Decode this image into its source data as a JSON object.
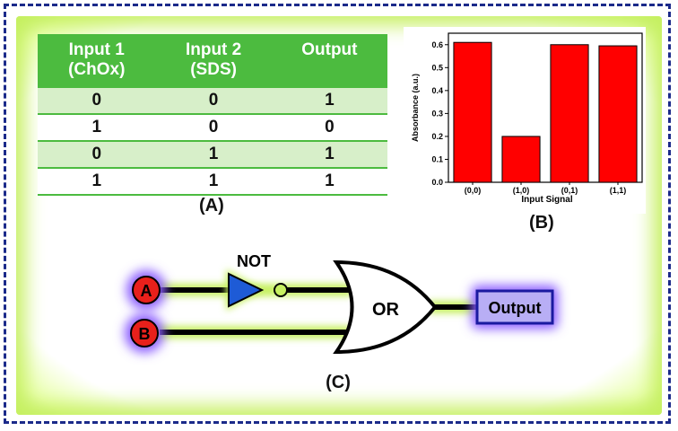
{
  "truth_table": {
    "headers": [
      {
        "line1": "Input 1",
        "line2": "(ChOx)"
      },
      {
        "line1": "Input 2",
        "line2": "(SDS)"
      },
      {
        "line1": "Output",
        "line2": ""
      }
    ],
    "rows": [
      [
        "0",
        "0",
        "1"
      ],
      [
        "1",
        "0",
        "0"
      ],
      [
        "0",
        "1",
        "1"
      ],
      [
        "1",
        "1",
        "1"
      ]
    ]
  },
  "labels": {
    "a": "(A)",
    "b": "(B)",
    "c": "(C)"
  },
  "chart_data": {
    "type": "bar",
    "categories": [
      "(0,0)",
      "(1,0)",
      "(0,1)",
      "(1,1)"
    ],
    "values": [
      0.61,
      0.2,
      0.6,
      0.595
    ],
    "xlabel": "Input Signal",
    "ylabel": "Absorbance (a.u.)",
    "ylim": [
      0.0,
      0.65
    ],
    "yticks": [
      "0.0",
      "0.1",
      "0.2",
      "0.3",
      "0.4",
      "0.5",
      "0.6"
    ],
    "bar_color": "#ff0000"
  },
  "circuit": {
    "input_a": "A",
    "input_b": "B",
    "not_label": "NOT",
    "gate_label": "OR",
    "output_label": "Output"
  },
  "colors": {
    "frame": "#1b2a8a",
    "table_header": "#4cbb3f",
    "table_shade": "#d7efc9",
    "glow_green": "#c6f061",
    "glow_purple": "#8a5cff",
    "input_fill": "#e8201b",
    "not_fill": "#1e5bd6"
  }
}
